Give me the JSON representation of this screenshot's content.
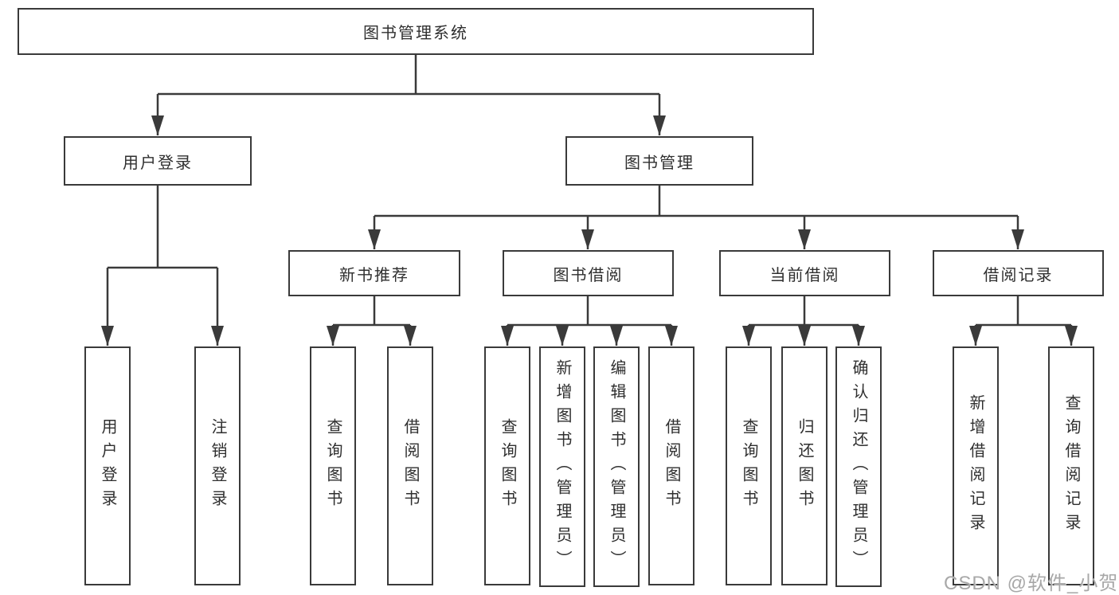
{
  "diagram": {
    "root": {
      "label": "图书管理系统",
      "children": [
        {
          "label": "用户登录",
          "children": [
            {
              "label": "用户登录"
            },
            {
              "label": "注销登录"
            }
          ]
        },
        {
          "label": "图书管理",
          "children": [
            {
              "label": "新书推荐",
              "children": [
                {
                  "label": "查询图书"
                },
                {
                  "label": "借阅图书"
                }
              ]
            },
            {
              "label": "图书借阅",
              "children": [
                {
                  "label": "查询图书"
                },
                {
                  "label": "新增图书（管理员）"
                },
                {
                  "label": "编辑图书（管理员）"
                },
                {
                  "label": "借阅图书"
                }
              ]
            },
            {
              "label": "当前借阅",
              "children": [
                {
                  "label": "查询图书"
                },
                {
                  "label": "归还图书"
                },
                {
                  "label": "确认归还（管理员）"
                }
              ]
            },
            {
              "label": "借阅记录",
              "children": [
                {
                  "label": "新增借阅记录"
                },
                {
                  "label": "查询借阅记录"
                }
              ]
            }
          ]
        }
      ]
    }
  },
  "watermark": {
    "text": "CSDN @软件_小贺同学"
  },
  "colors": {
    "line": "#3a3a3a",
    "box_border": "#3a3a3a",
    "text": "#2f2f2f",
    "watermark": "#a8a8a8",
    "background": "#ffffff"
  }
}
